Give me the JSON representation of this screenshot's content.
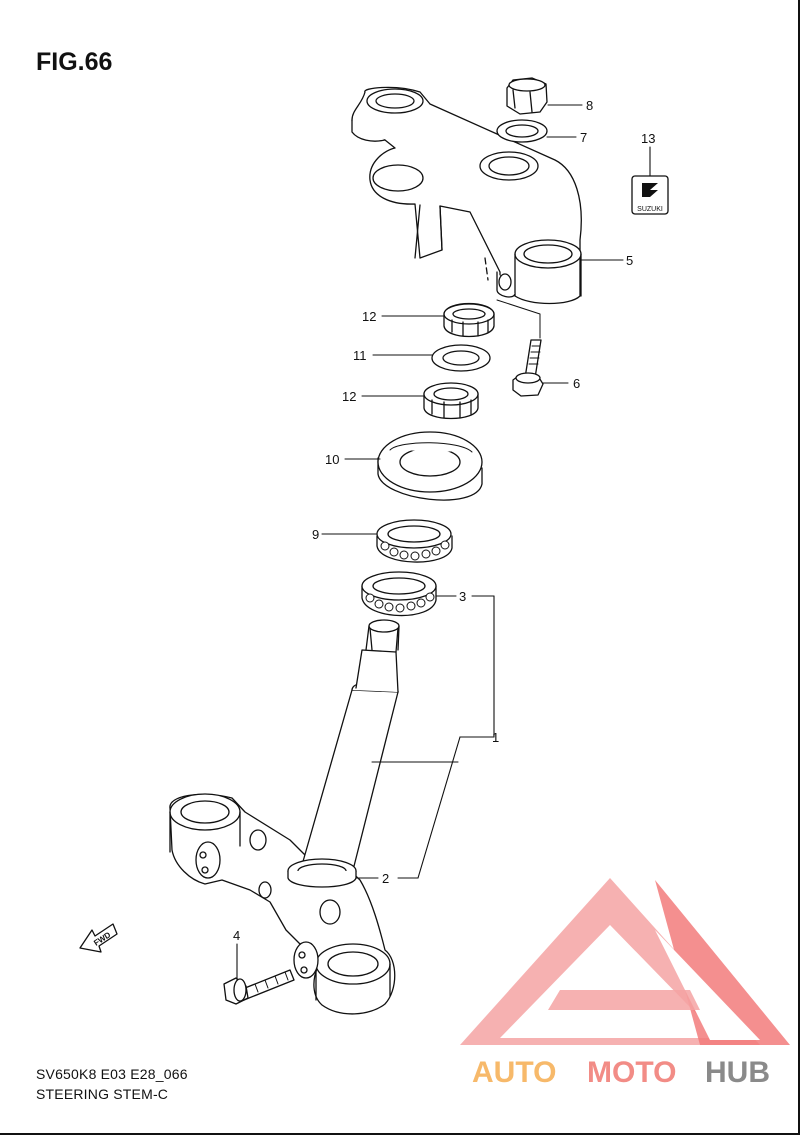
{
  "figure": {
    "title": "FIG.66",
    "model_code": "SV650K8 E03 E28_066",
    "section_name": "STEERING STEM-C"
  },
  "callouts": [
    "1",
    "2",
    "3",
    "4",
    "5",
    "6",
    "7",
    "8",
    "9",
    "10",
    "11",
    "12",
    "12",
    "13"
  ],
  "fwd_label": "FWD",
  "badge_text": "SUZUKI",
  "watermark": {
    "part1": "AUTO",
    "part2": "MOTO",
    "part3": "HUB",
    "colors": {
      "auto": "#f7b96a",
      "moto": "#f28c86",
      "hub": "#8a8a8a",
      "logo": "#f27b7b"
    }
  }
}
